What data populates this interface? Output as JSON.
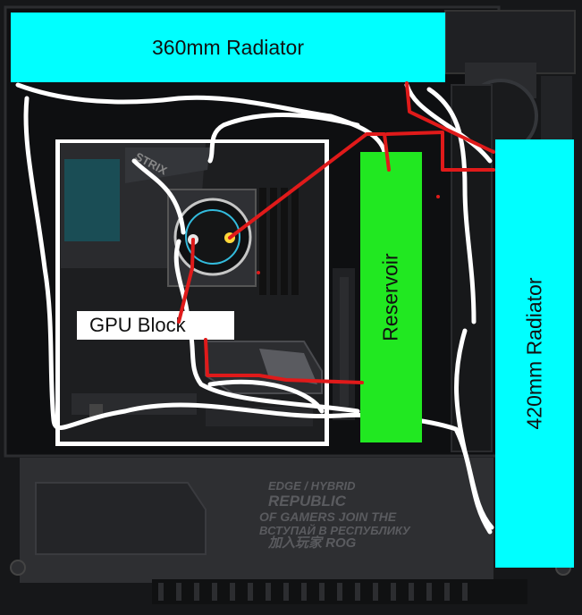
{
  "labels": {
    "radiator_top": "360mm Radiator",
    "radiator_side": "420mm Radiator",
    "reservoir": "Reservoir",
    "gpu_block": "GPU Block"
  },
  "case_text": {
    "line1": "EDGE / HYBRID",
    "line2": "REPUBLIC",
    "line3": "OF GAMERS JOIN THE",
    "line4": "ВСТУПАЙ В РЕСПУБЛИКУ",
    "line5": "加入玩家 ROG",
    "strix": "STRIX"
  },
  "colors": {
    "radiator": "#00ffff",
    "reservoir": "#21e821",
    "tube_red": "#e01a1a",
    "tube_white": "#ffffff"
  }
}
